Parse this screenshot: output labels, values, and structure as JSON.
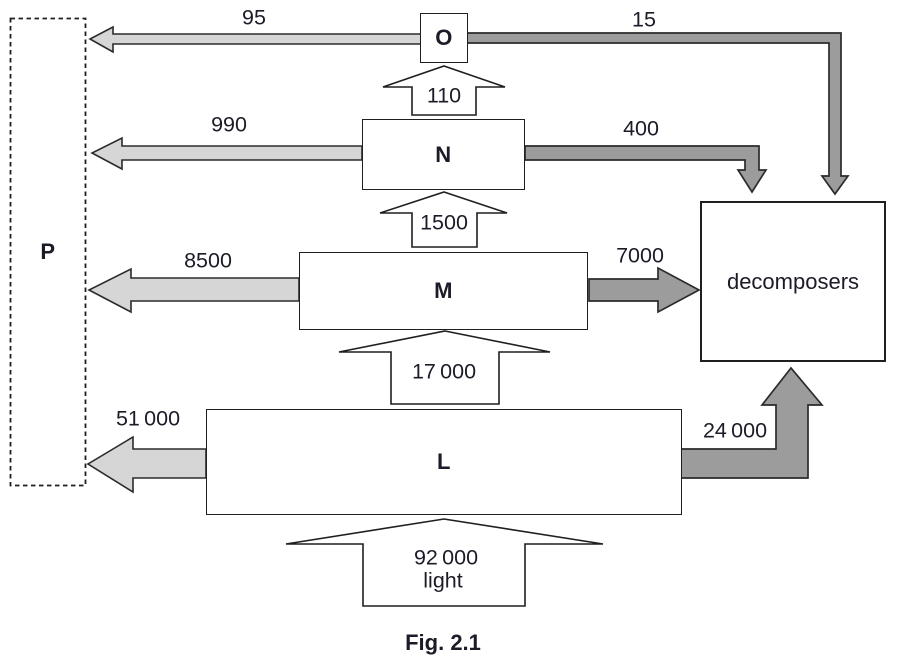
{
  "figure": {
    "caption": "Fig. 2.1"
  },
  "boxes": {
    "P": {
      "label": "P"
    },
    "O": {
      "label": "O"
    },
    "N": {
      "label": "N"
    },
    "M": {
      "label": "M"
    },
    "L": {
      "label": "L"
    },
    "decomposers": {
      "label": "decomposers"
    }
  },
  "flows": {
    "light_to_L": {
      "value": "92 000",
      "note": "light"
    },
    "L_to_M": {
      "value": "17 000"
    },
    "M_to_N": {
      "value": "1500"
    },
    "N_to_O": {
      "value": "110"
    },
    "L_to_P": {
      "value": "51 000"
    },
    "M_to_P": {
      "value": "8500"
    },
    "N_to_P": {
      "value": "990"
    },
    "O_to_P": {
      "value": "95"
    },
    "L_to_decomposers": {
      "value": "24 000"
    },
    "M_to_decomposers": {
      "value": "7000"
    },
    "N_to_decomposers": {
      "value": "400"
    },
    "O_to_decomposers": {
      "value": "15"
    }
  },
  "colors": {
    "loss_arrow_fill": "#d6d6d6",
    "decomposer_arrow_fill": "#9c9c9c",
    "transfer_arrow_fill": "#ffffff",
    "outline": "#2b2b2b"
  }
}
